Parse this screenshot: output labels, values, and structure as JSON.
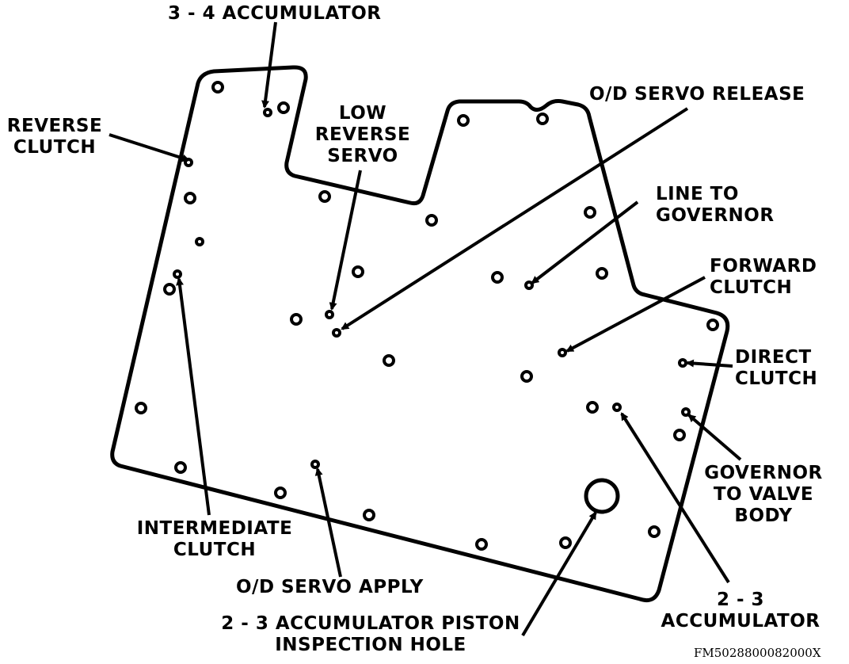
{
  "labels": {
    "acc34": "3 - 4 ACCUMULATOR",
    "reverse_clutch_1": "REVERSE",
    "reverse_clutch_2": "CLUTCH",
    "low_reverse_1": "LOW",
    "low_reverse_2": "REVERSE",
    "low_reverse_3": "SERVO",
    "od_release": "O/D SERVO RELEASE",
    "line_gov_1": "LINE TO",
    "line_gov_2": "GOVERNOR",
    "forward_1": "FORWARD",
    "forward_2": "CLUTCH",
    "direct_1": "DIRECT",
    "direct_2": "CLUTCH",
    "gov_valve_1": "GOVERNOR",
    "gov_valve_2": "TO VALVE",
    "gov_valve_3": "BODY",
    "intermediate_1": "INTERMEDIATE",
    "intermediate_2": "CLUTCH",
    "od_apply": "O/D SERVO APPLY",
    "acc23_1": "2 - 3",
    "acc23_2": "ACCUMULATOR",
    "piston_1": "2 - 3 ACCUMULATOR PISTON",
    "piston_2": "INSPECTION HOLE",
    "figure_code": "FM5028800082000X"
  }
}
